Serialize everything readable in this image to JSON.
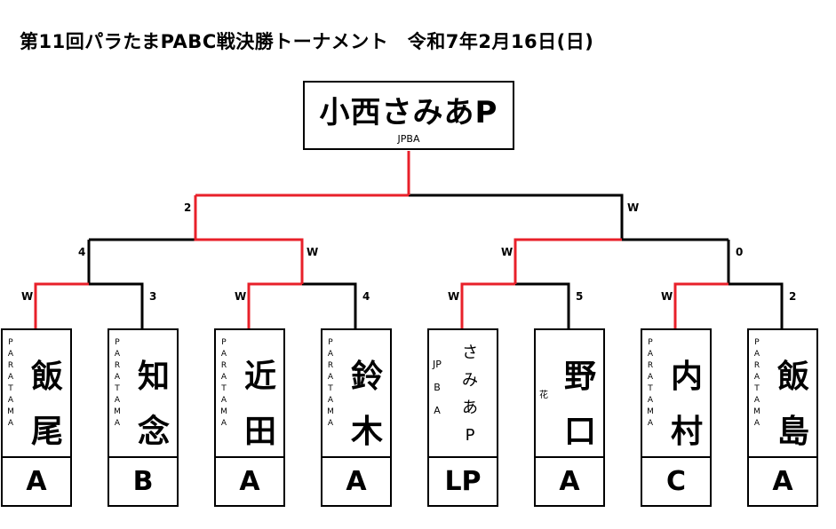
{
  "title": "第11回パラたまPABC戦決勝トーナメント　令和7年2月16日(日)",
  "champion": {
    "name": "小西さみあP",
    "affiliation": "JPBA"
  },
  "line_colors": {
    "winner": "#e8202a",
    "loser": "#000000"
  },
  "scores": {
    "final_left": "2",
    "final_right": "W",
    "semi1_left": "4",
    "semi1_right": "W",
    "semi2_left": "W",
    "semi2_right": "0",
    "qf1_left": "W",
    "qf1_right": "3",
    "qf2_left": "W",
    "qf2_right": "4",
    "qf3_left": "W",
    "qf3_right": "5",
    "qf4_left": "W",
    "qf4_right": "2"
  },
  "players": [
    {
      "name": "飯尾",
      "affiliation": "PARATAMA",
      "class": "A"
    },
    {
      "name": "知念",
      "affiliation": "PARATAMA",
      "class": "B"
    },
    {
      "name": "近田",
      "affiliation": "PARATAMA",
      "class": "A"
    },
    {
      "name": "鈴木",
      "affiliation": "PARATAMA",
      "class": "A"
    },
    {
      "name": "さみあP",
      "affiliation": "JPBA",
      "class": "LP"
    },
    {
      "name": "野口",
      "affiliation": "花",
      "class": "A"
    },
    {
      "name": "内村",
      "affiliation": "PARATAMA",
      "class": "C"
    },
    {
      "name": "飯島",
      "affiliation": "PARATAMA",
      "class": "A"
    }
  ]
}
